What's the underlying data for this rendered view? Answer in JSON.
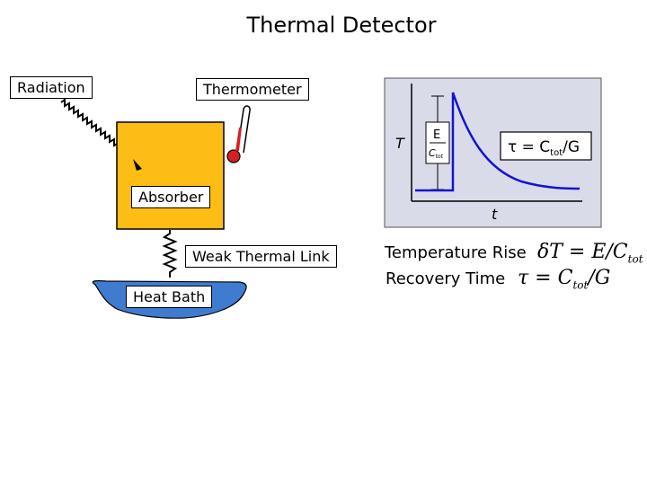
{
  "title": "Thermal Detector",
  "diagram": {
    "radiation_label": "Radiation",
    "thermometer_label": "Thermometer",
    "absorber_label": "Absorber",
    "weak_link_label": "Weak Thermal Link",
    "heat_bath_label": "Heat Bath",
    "colors": {
      "absorber": "#FDBD14",
      "heat_bath": "#3F7CD0",
      "thermometer_bulb": "#D62020",
      "plot_bg": "#D9DBE8",
      "curve": "#1414D0"
    }
  },
  "plot": {
    "y_label": "T",
    "x_label": "t",
    "pulse_numerator": "E",
    "pulse_denominator_main": "C",
    "pulse_denominator_sub": "tot",
    "tau_symbol": "τ = C",
    "tau_sub": "tot",
    "tau_rest": "/G"
  },
  "formulas": {
    "temperature_rise_label": "Temperature Rise",
    "temperature_rise_lhs": "δT = E/C",
    "temperature_rise_sub": "tot",
    "recovery_time_label": "Recovery Time",
    "recovery_time_lhs": "τ = C",
    "recovery_time_sub": "tot",
    "recovery_time_rest": "/G"
  }
}
